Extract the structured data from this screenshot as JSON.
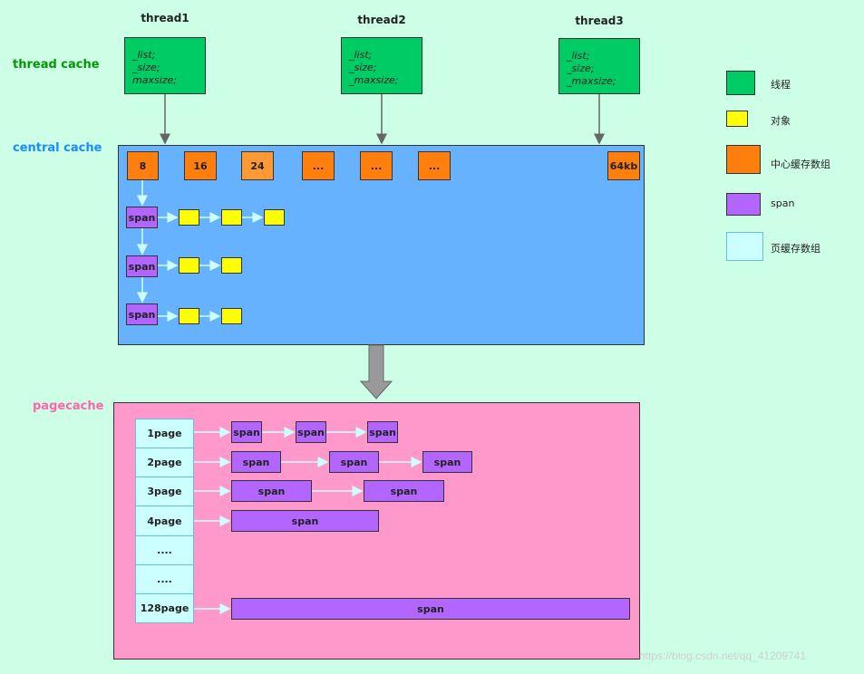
{
  "labels": {
    "thread_cache": "thread cache",
    "central_cache": "central cache",
    "pagecache": "pagecache"
  },
  "threads": [
    {
      "name": "thread1",
      "fields": [
        "_list;",
        "_size;",
        "maxsize;"
      ]
    },
    {
      "name": "thread2",
      "fields": [
        "_list;",
        "_size;",
        "_maxsize;"
      ]
    },
    {
      "name": "thread3",
      "fields": [
        "_list;",
        "_size;",
        "_maxsize;"
      ]
    }
  ],
  "central_slots": [
    "8",
    "16",
    "24",
    "...",
    "...",
    "...",
    "64kb"
  ],
  "central_spans": [
    {
      "label": "span",
      "objects": 3
    },
    {
      "label": "span",
      "objects": 2
    },
    {
      "label": "span",
      "objects": 2
    }
  ],
  "page_rows": [
    {
      "label": "1page",
      "spans": [
        "span",
        "span",
        "span"
      ]
    },
    {
      "label": "2page",
      "spans": [
        "span",
        "span",
        "span"
      ]
    },
    {
      "label": "3page",
      "spans": [
        "span",
        "span"
      ]
    },
    {
      "label": "4page",
      "spans": [
        "span"
      ]
    },
    {
      "label": "....",
      "spans": []
    },
    {
      "label": "....",
      "spans": []
    },
    {
      "label": "128page",
      "spans": [
        "span"
      ]
    }
  ],
  "legend": [
    {
      "label": "线程",
      "color": "#00cc66"
    },
    {
      "label": "对象",
      "color": "#ffff00"
    },
    {
      "label": "中心缓存数组",
      "color": "#ff7f0e"
    },
    {
      "label": "span",
      "color": "#b266ff"
    },
    {
      "label": "页缓存数组",
      "color": "#ccffff"
    }
  ],
  "colors": {
    "background": "#ccffe6",
    "thread_label": "#009900",
    "central_label": "#1a8cff",
    "pagecache_label": "#ff66aa",
    "central_panel": "#66b2ff",
    "page_panel": "#ff99cc"
  },
  "watermark": "https://blog.csdn.net/qq_41209741"
}
